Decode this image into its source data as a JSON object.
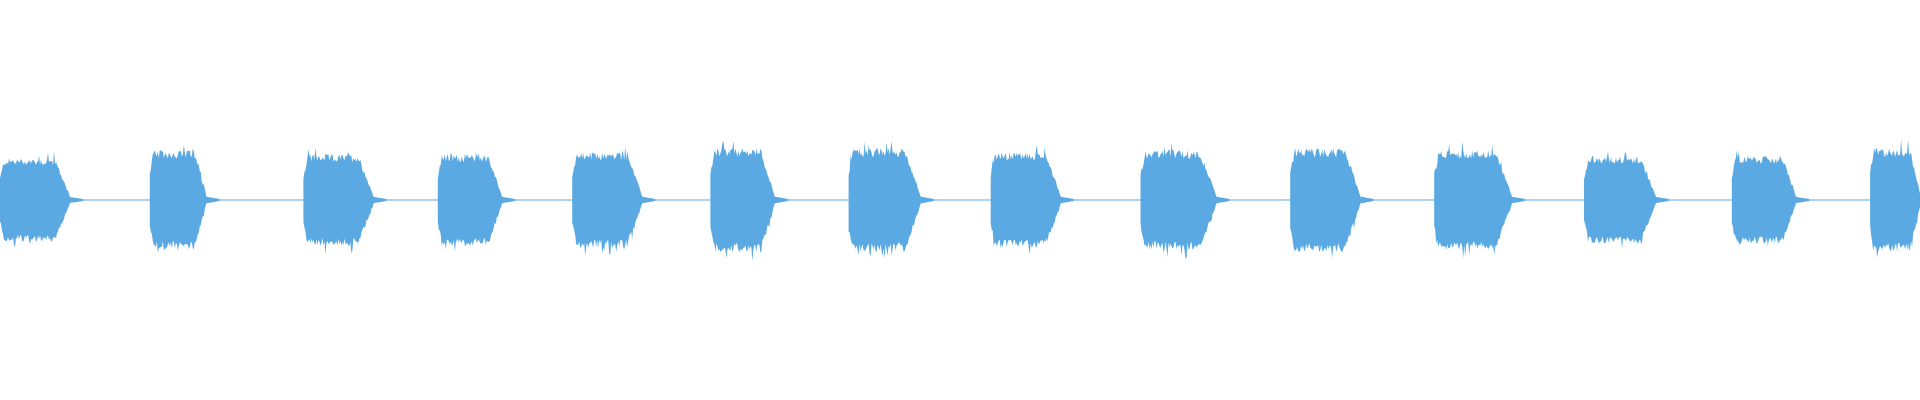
{
  "waveform": {
    "color": "#5aa9e2",
    "baseline_amplitude": 0.01,
    "bursts": [
      {
        "start": 0.0,
        "end": 0.036,
        "amplitude": 0.21
      },
      {
        "start": 0.078,
        "end": 0.107,
        "amplitude": 0.25
      },
      {
        "start": 0.158,
        "end": 0.194,
        "amplitude": 0.23
      },
      {
        "start": 0.228,
        "end": 0.261,
        "amplitude": 0.23
      },
      {
        "start": 0.298,
        "end": 0.334,
        "amplitude": 0.24
      },
      {
        "start": 0.37,
        "end": 0.403,
        "amplitude": 0.26
      },
      {
        "start": 0.442,
        "end": 0.479,
        "amplitude": 0.26
      },
      {
        "start": 0.516,
        "end": 0.552,
        "amplitude": 0.24
      },
      {
        "start": 0.594,
        "end": 0.633,
        "amplitude": 0.25
      },
      {
        "start": 0.672,
        "end": 0.708,
        "amplitude": 0.26
      },
      {
        "start": 0.747,
        "end": 0.787,
        "amplitude": 0.25
      },
      {
        "start": 0.825,
        "end": 0.862,
        "amplitude": 0.22
      },
      {
        "start": 0.902,
        "end": 0.935,
        "amplitude": 0.22
      },
      {
        "start": 0.974,
        "end": 1.0,
        "amplitude": 0.26
      }
    ]
  }
}
